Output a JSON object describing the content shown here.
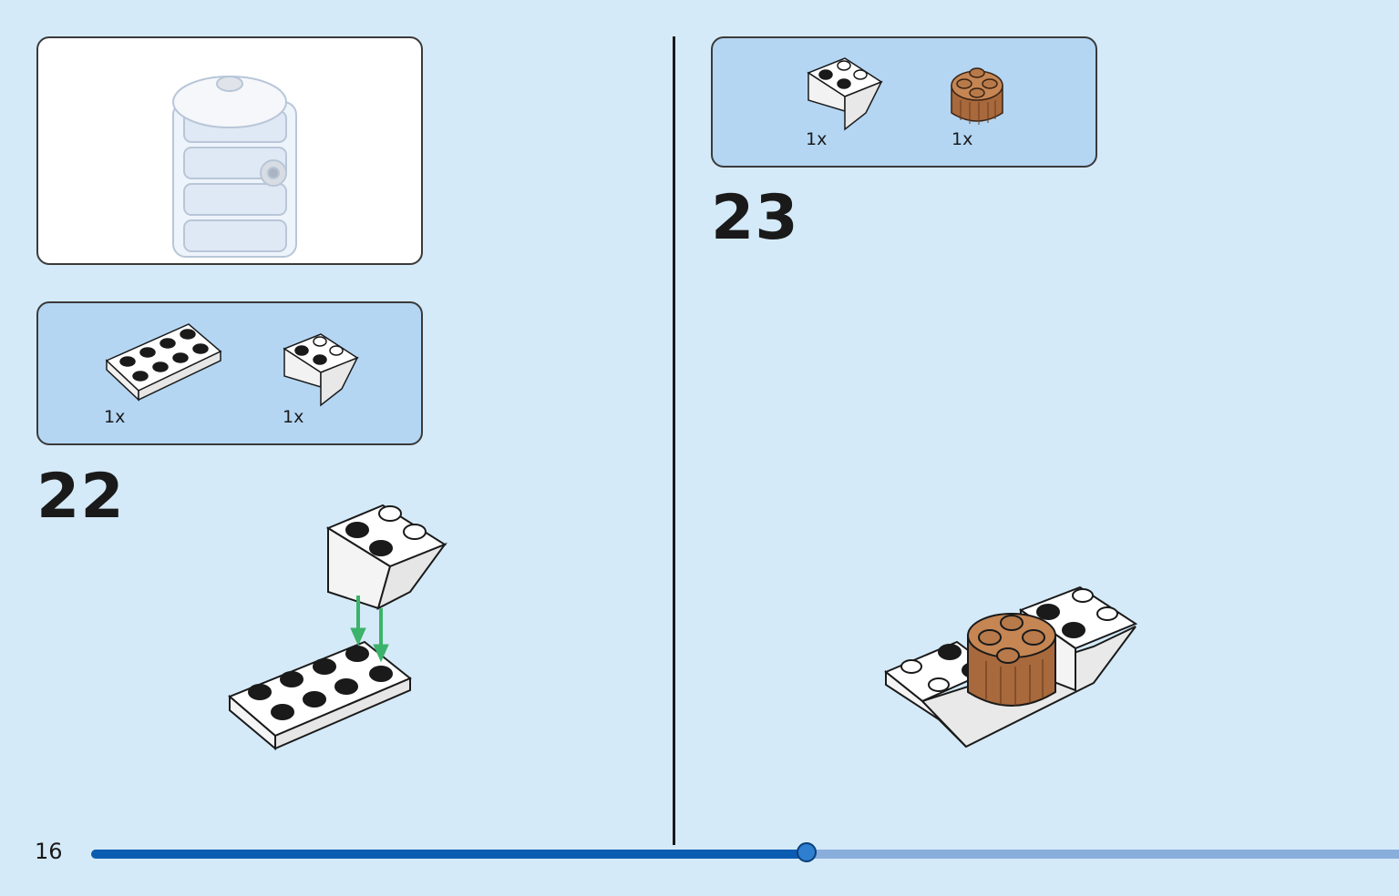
{
  "page_number": "16",
  "progress": {
    "fraction": 0.547
  },
  "steps": [
    {
      "number": "22",
      "parts": [
        {
          "qty": "1x",
          "name": "plate-2x4-icon"
        },
        {
          "qty": "1x",
          "name": "inverted-slope-2x2-icon"
        }
      ]
    },
    {
      "number": "23",
      "parts": [
        {
          "qty": "1x",
          "name": "inverted-slope-2x2-icon"
        },
        {
          "qty": "1x",
          "name": "round-brick-2x2-brown-icon"
        }
      ]
    }
  ],
  "colors": {
    "background": "#d5eaf8",
    "parts_panel": "#b4d6f3",
    "progress_fill": "#0a5cb0",
    "progress_track": "#8aaedc",
    "brown_part": "#b87a4b",
    "arrow": "#3bb36a"
  }
}
